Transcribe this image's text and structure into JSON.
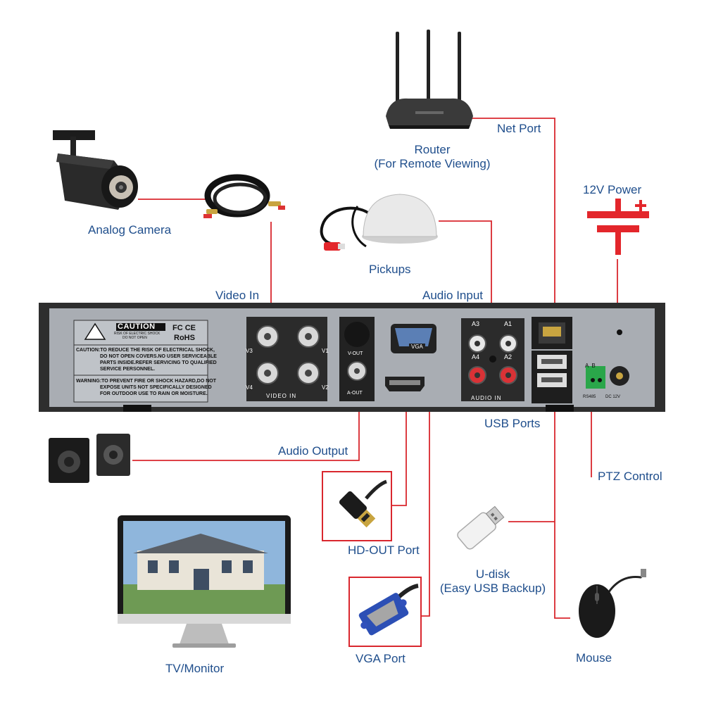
{
  "labels": {
    "router": "Router",
    "router_sub": "(For Remote Viewing)",
    "net_port": "Net Port",
    "power": "12V Power",
    "analog_camera": "Analog Camera",
    "pickups": "Pickups",
    "video_in": "Video In",
    "audio_input": "Audio Input",
    "usb_ports": "USB Ports",
    "audio_output": "Audio Output",
    "ptz_control": "PTZ Control",
    "hd_out": "HD-OUT Port",
    "udisk": "U-disk",
    "udisk_sub": "(Easy USB Backup)",
    "vga_port": "VGA Port",
    "tv_monitor": "TV/Monitor",
    "mouse": "Mouse"
  },
  "panel": {
    "caution_title": "CAUTION",
    "caution_sub1": "RISK OF ELECTRIC SHOCK",
    "caution_sub2": "DO NOT OPEN",
    "fc": "FC CE",
    "rohs": "RoHS",
    "caution_text": [
      "CAUTION:TO REDUCE THE RISK OF ELECTRICAL SHOCK,",
      "DO NOT OPEN COVERS.NO USER SERVICEABLE",
      "PARTS INSIDE.REFER SERVICING TO QUALIFIED",
      "SERVICE PERSONNEL."
    ],
    "warning_text": [
      "WARNING:TO PREVENT FIRE OR SHOCK HAZARD,DO NOT",
      "EXPOSE UNITS NOT SPECIFICALLY DESIGNED",
      "FOR OUTDOOR USE TO RAIN OR MOISTURE."
    ],
    "video_in": "VIDEO IN",
    "v3": "V3",
    "v1": "V1",
    "v4": "V4",
    "v2": "V2",
    "v_out": "V-OUT",
    "a_out": "A-OUT",
    "vga": "VGA",
    "audio_in": "AUDIO IN",
    "a3": "A3",
    "a1": "A1",
    "a4": "A4",
    "a2": "A2",
    "ab": "A  B",
    "rs485": "RS485",
    "dc12v": "DC 12V"
  },
  "colors": {
    "wire": "#d9272e",
    "label": "#1f4e8c",
    "panel": "#a9adb3",
    "chassis": "#2e2e2e"
  }
}
